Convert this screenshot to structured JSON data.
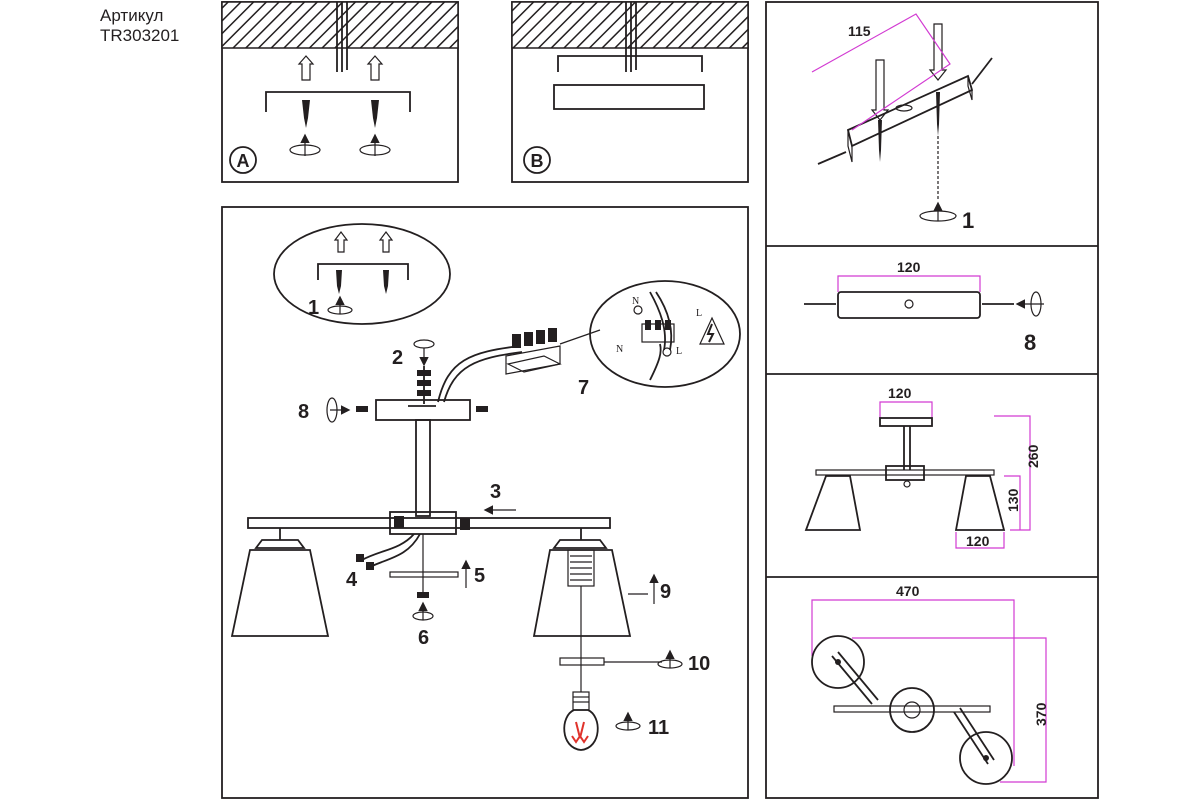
{
  "header": {
    "article_label": "Артикул",
    "article_number": "TR303201"
  },
  "step_labels": {
    "a": "A",
    "b": "B",
    "s1": "1",
    "s2": "2",
    "s3": "3",
    "s4": "4",
    "s5": "5",
    "s6": "6",
    "s7": "7",
    "s8": "8",
    "s9": "9",
    "s10": "10",
    "s11": "11"
  },
  "wiring": {
    "n": "N",
    "l": "L"
  },
  "dimensions": {
    "bracket_top": "115",
    "plate": "120",
    "canopy": "120",
    "shade_width": "120",
    "shade_height": "130",
    "total_height": "260",
    "width": "470",
    "depth": "370"
  },
  "colors": {
    "line": "#231f20",
    "dimension": "#d23bd2",
    "filament": "#e0322b"
  }
}
